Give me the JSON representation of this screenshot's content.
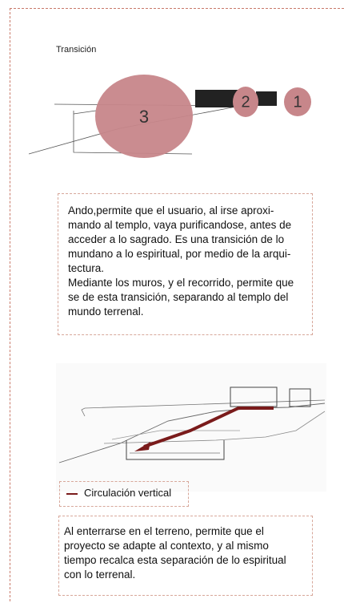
{
  "section": {
    "title": "Transición"
  },
  "diagram": {
    "circle_labels": [
      "3",
      "2",
      "1"
    ],
    "circle_color": "#c7868a",
    "bar_color": "#222222"
  },
  "text_block_1": {
    "lines": [
      "Ando,permite que el usuario, al irse aproxi-",
      "mando al templo, vaya purificandose, antes de",
      "acceder a lo sagrado. Es una transición de lo",
      "mundano a lo espiritual, por medio de la arqui-",
      "tectura.",
      "Mediante los muros, y el recorrido, permite que",
      "se de esta transición, separando al templo del",
      "mundo terrenal."
    ]
  },
  "legend": {
    "label": "Circulación vertical",
    "color": "#7a1b1b"
  },
  "text_block_2": {
    "lines": [
      "Al enterrarse en el terreno, permite que el",
      "proyecto se adapte al contexto, y al mismo",
      "tiempo recalca esta separación de lo espiritual",
      "con lo terrenal."
    ]
  },
  "frame": {
    "dash_color": "#c97a6a"
  }
}
